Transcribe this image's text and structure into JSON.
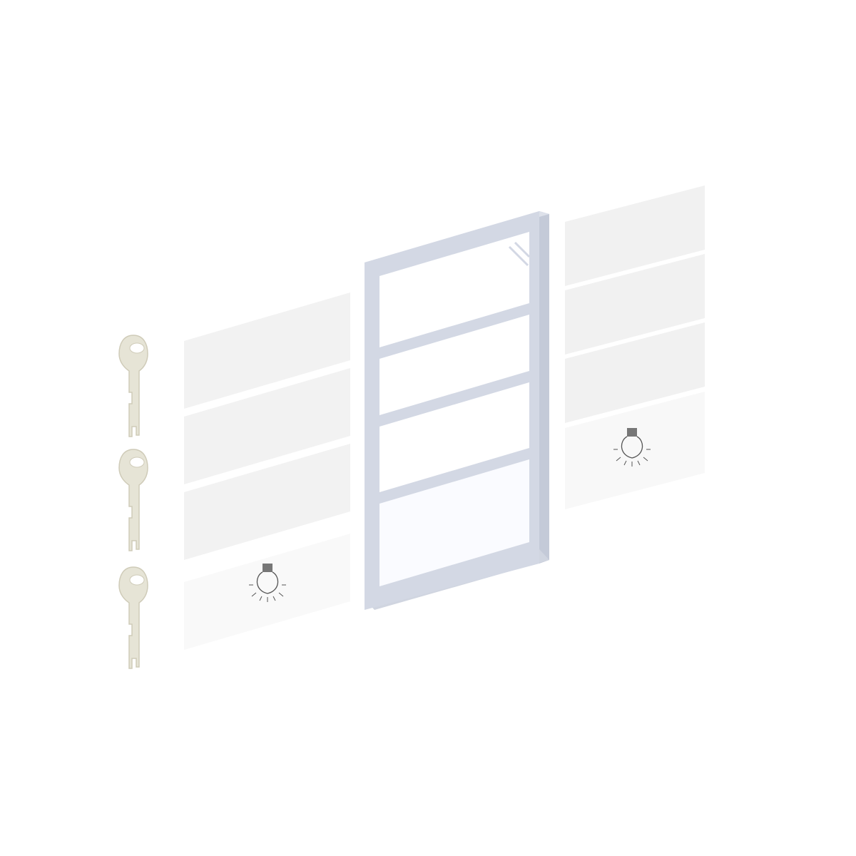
{
  "scene": {
    "background_color": "#ffffff",
    "keys": {
      "count": 3,
      "color": "#e6e4d6",
      "outline_color": "#cfcbb8"
    },
    "left_labels": {
      "count": 4,
      "fill_color": "#f2f2f2",
      "last_fill_color": "#f9f9f9",
      "icon_on_last": "light-bulb-icon"
    },
    "right_labels": {
      "count": 4,
      "fill_color": "#f1f1f1",
      "last_fill_color": "#f8f8f8",
      "icon_on_last": "light-bulb-icon"
    },
    "frame": {
      "slots": 4,
      "border_color": "#d3d8e4",
      "edge_color": "#c4cad8",
      "inner_color": "#ffffff"
    },
    "bulb_icon_color": "#555555"
  }
}
